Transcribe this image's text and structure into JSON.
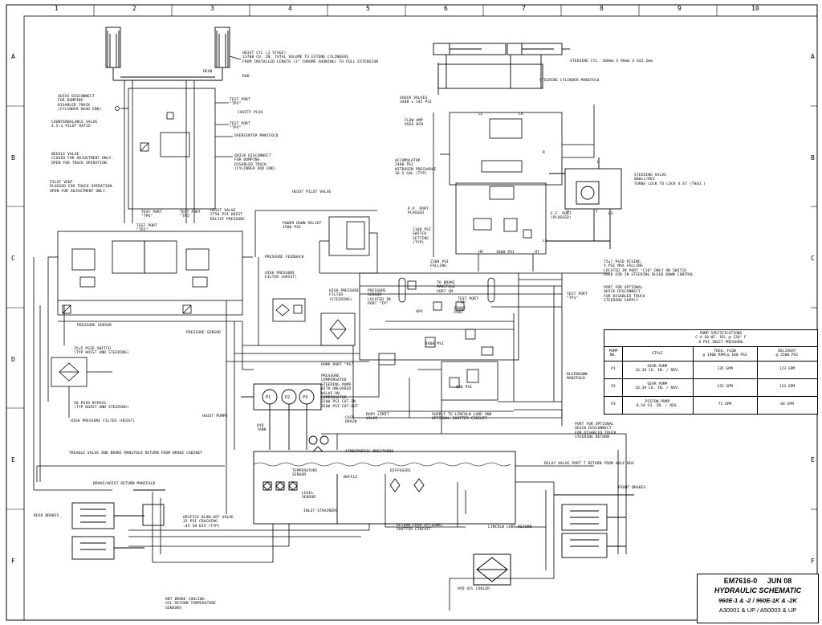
{
  "frame": {
    "columns": [
      "1",
      "2",
      "3",
      "4",
      "5",
      "6",
      "7",
      "8",
      "9",
      "10"
    ],
    "rows": [
      "A",
      "B",
      "C",
      "D",
      "E",
      "F"
    ]
  },
  "labels": {
    "hoist_cyl": "HOIST CYL (3 STAGE)\n23700 CU. IN. TOTAL VOLUME TO EXTEND CYLINDERS\nFROM INSTALLED LENGTH (3\" CHROME SHOWING) TO FULL EXTENSION",
    "head": "HEAD",
    "rod": "ROD",
    "quick_disc_head": "QUICK DISCONNECT\nFOR DUMPING\nDISABLED TRUCK\n(CYLINDER HEAD END)",
    "test_port_tp3": "TEST PORT\n\"TP3\"",
    "cavity_plug": "CAVITY PLUG",
    "counterbalance": "COUNTERBALANCE VALVE\n4.5:1 PILOT RATIO",
    "test_port_tp4": "TEST PORT\n\"TP4\"",
    "overcenter": "OVERCENTER MANIFOLD",
    "needle_valve": "NEEDLE VALVE\nCLOSED FOR ADJUSTMENT ONLY.\nOPEN FOR TRUCK OPERATION.",
    "quick_disc_rod": "QUICK DISCONNECT\nFOR DUMPING\nDISABLED TRUCK\n(CYLINDER ROD END)",
    "pilot_vent": "PILOT VENT\nPLUGGED FOR TRUCK OPERATION.\nOPEN FOR ADJUSTMENT ONLY.",
    "hoist_pilot_valve": "HOIST PILOT VALVE",
    "test_port_tp6": "TEST PORT\n\"TP6\"",
    "test_port_tp5": "TEST PORT\n\"TP5\"",
    "hoist_valve": "HOIST VALVE\n2750 PSI HOIST\nRELIEF PRESSURE",
    "test_port_tp2": "TEST PORT\n\"TP2\"",
    "power_down": "POWER DOWN RELIEF\n1500 PSI",
    "pressure_feedback": "PRESSURE FEEDBACK",
    "high_press_filter_hoist": "HIGH PRESSURE\nFILTER (HOIST)",
    "pressure_sensor_1": "PRESSURE SENSOR",
    "pressure_sensor_2": "PRESSURE SENSOR",
    "psid_switch": "35±5 PSID SWITCH\n(TYP HOIST AND STEERING)",
    "psid_bypass": "50 PSID BYPASS\n(TYP HOIST AND STEERING)",
    "high_press_filter_hoist_b": "HIGH PRESSURE FILTER (HOIST)",
    "hoist_pumps": "HOIST PUMPS",
    "treadle": "TREADLE VALVE AND BRAKE MANIFOLD RETURN FROM BRAKE CABINET",
    "brake_hoist_return": "BRAKE/HOIST RETURN MANIFOLD",
    "rear_brakes": "REAR BRAKES",
    "orifice": "ORIFICE BLOW-OFF VALVE\n35 PSI CRACKING\n.45 IN DIA (TYP)",
    "rbt": "RBT BRAKE COOLING\nOIL RETURN TEMPERATURE\nSENSORS",
    "hyd_tank": "HYD\nTANK",
    "temp_sensor": "TEMPERATURE\nSENSOR",
    "level_sensor": "LEVEL\nSENSOR",
    "baffle": "BAFFLE",
    "inlet_strainers": "INLET STRAINERS",
    "case_drain": "CASE\nDRAIN",
    "atmospheric": "ATMOSPHERIC BREATHERS",
    "diffusers": "DIFFUSERS",
    "body_limit": "BODY LIMIT\nVALVE",
    "return_optional": "RETURN FROM OPTIONAL\nSHUTTER CIRCUIT",
    "lincoln_return": "LINCOLN LUBE RETURN",
    "hyd_oil_cooler": "HYD OIL COOLER",
    "pump_port_ps": "PUMP PORT \"PS\"",
    "pressure_comp": "PRESSURE\nCOMPENSATED\nSTEERING PUMP\nWITH UNLOADER\nVALVE ON\nCOMPENSATOR\n3200 PSI CUT-IN\n3500 PSI CUT-OUT",
    "high_press_filter_steer": "HIGH PRESSURE\nFILTER\n(STEERING)",
    "pressure_sensor_steer": "PRESSURE\nSENSOR\nLOCATED IN\nPORT \"TP\"",
    "supply_lincoln": "SUPPLY TO LINCOLN LUBE AND\nOPTIONAL SHUTTER CIRCUIT",
    "bleeddown": "BLEEDDOWN\nMANIFOLD",
    "relay_return": "RELAY VALVE PORT T RETURN FROM AXLE BOX",
    "front_brakes": "FRONT BRAKES",
    "port_optional_dumping": "PORT FOR OPTIONAL\nQUICK DISCONNECT\nFOR DISABLED TRUCK\nSTEERING RETURN",
    "port_optional_supply": "PORT FOR OPTIONAL\nQUICK DISCONNECT\nFOR DISABLED TRUCK\nSTEERING SUPPLY",
    "steering_cyl": "STEERING CYL  200mm X 90mm X 642.2mm",
    "steering_cyl_manifold": "STEERING CYLINDER MANIFOLD",
    "shock_valves": "SHOCK VALVES\n3480 ± 145 PSI",
    "flow_amp": "FLOW AMP\nOSOS BCN",
    "accumulator": "ACCUMULATOR\n2400 PSI\nNITROGEN PRECHARGE\n16.5 GAL (TYP)",
    "pp_port": "P.P. PORT\nPLUGGED",
    "ef_port": "E.F. PORT\n(PLUGGED)",
    "steering_valve": "STEERING VALVE\n800cc/REV\nTURNS LOCK TO LOCK 4.47 (THEO.)",
    "psi_2300": "2300 PSI\nFALLING",
    "psi_1100": "1100 PSI\nSWITCH\nSETTING\n(TYP)",
    "to_brake": "TO BRAKE\nMANIFOLD\nPORT SM",
    "psi_75": "75±7 PSID RISING\n5 PSI MAX FALLING\nLOCATED IN PORT \"C10\" ONLY ON SWITCH\nUSED FOR IN STEERING BLEED DOWN CONTROL",
    "test_port_tp1": "TEST PORT\n\"TP1\"",
    "test_port_tp": "TEST PORT\n\"TP\"",
    "brake_port": "BRAKE\nPORT",
    "apu": "APU",
    "psi_4000": "4000 PSI",
    "psi_600": "600 PSI",
    "psi_3000": "3000 PSI",
    "hp": "HP",
    "ht": "HT",
    "cl": "CL",
    "cr": "CR",
    "ls": "LS",
    "l_port": "L",
    "r_port": "R",
    "p_port": "P",
    "t_port": "T",
    "p1": "P1",
    "p2": "P2",
    "p3": "P3"
  },
  "pump_table": {
    "title": "PUMP SPECIFICATIONS\nC-4 10 WT. OIL @ 120° F\n0 PSI INLET PRESSURE",
    "headers": [
      "PUMP\nNO.",
      "STYLE",
      "THEO. FLOW\n@ 1900 RPM/@ 100 PSI",
      "DELIVERY\n@ 2500 PSI"
    ],
    "rows": [
      {
        "no": "P1",
        "style": "GEAR PUMP\n16.39 CU. IN. / REV.",
        "flow": "135 GPM",
        "delivery": "123 GPM"
      },
      {
        "no": "P2",
        "style": "GEAR PUMP\n16.39 CU. IN. / REV.",
        "flow": "135 GPM",
        "delivery": "123 GPM"
      },
      {
        "no": "P3",
        "style": "PISTON PUMP\n8.54 CU. IN. / REV.",
        "flow": "71 GPM",
        "delivery": "68 GPM"
      }
    ]
  },
  "title_block": {
    "doc": "EM7616-0     JUN 08",
    "title": "HYDRAULIC SCHEMATIC",
    "models": "960E-1 & -2 / 960E-1K & -2K",
    "serials": "A30001 & UP / A50003 & UP"
  }
}
